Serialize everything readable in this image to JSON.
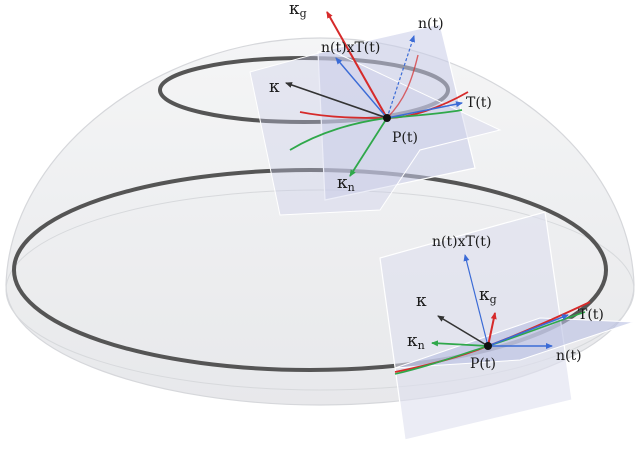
{
  "figure": {
    "top_point": {
      "kappa_g": {
        "symbol": "κ",
        "sub": "g"
      },
      "binormal": "n(t)xT(t)",
      "normal": "n(t)",
      "kappa": "κ",
      "tangent": "T(t)",
      "point": "P(t)",
      "kappa_n": {
        "symbol": "κ",
        "sub": "n"
      }
    },
    "bottom_point": {
      "binormal": "n(t)xT(t)",
      "kappa": "κ",
      "kappa_g": {
        "symbol": "κ",
        "sub": "g"
      },
      "tangent": "T(t)",
      "kappa_n": {
        "symbol": "κ",
        "sub": "n"
      },
      "point": "P(t)",
      "normal": "n(t)"
    }
  },
  "colors": {
    "dome_fill": "#e9eaec",
    "dome_edge": "#c9cbcf",
    "curve": "#555555",
    "plane": "#c8cce8",
    "plane_edge": "#ffffff",
    "red": "#d62a2a",
    "green": "#2fa84a",
    "blue": "#3b6bd6",
    "black": "#1a1a1a"
  }
}
